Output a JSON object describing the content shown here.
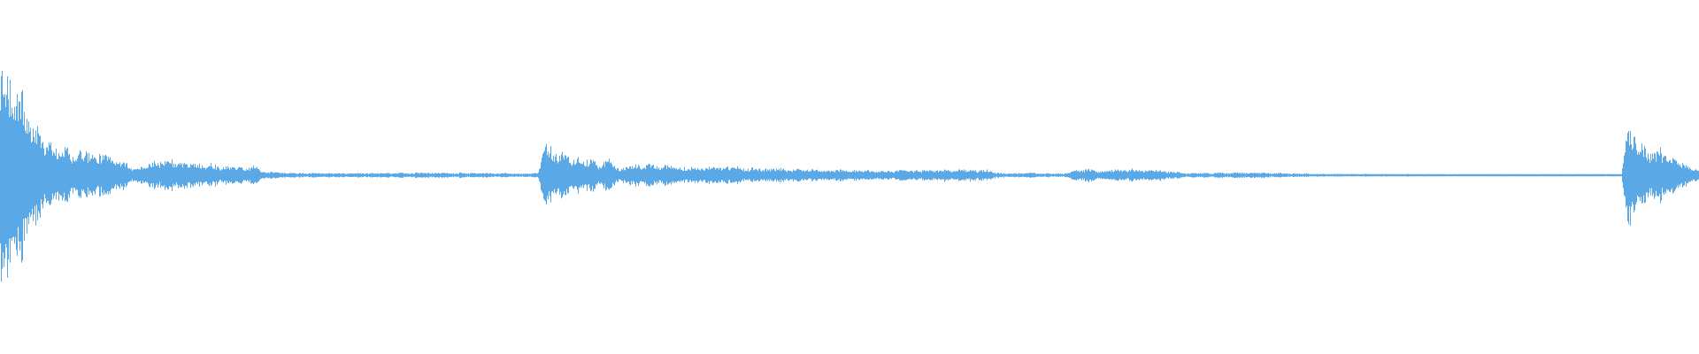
{
  "waveform": {
    "color": "#5aa9e6",
    "background": "#ffffff",
    "segments": [
      {
        "kind": "burst",
        "peak": 0.98,
        "decay": "fast"
      },
      {
        "kind": "sustain",
        "level": 0.22
      },
      {
        "kind": "tail",
        "level": 0.06
      },
      {
        "kind": "quiet",
        "level": 0.02
      },
      {
        "kind": "burst",
        "peak": 0.24,
        "decay": "slow"
      },
      {
        "kind": "sustain",
        "level": 0.1
      },
      {
        "kind": "tail",
        "level": 0.04
      },
      {
        "kind": "quiet",
        "level": 0.01
      },
      {
        "kind": "burst",
        "peak": 0.45,
        "decay": "medium"
      }
    ]
  }
}
